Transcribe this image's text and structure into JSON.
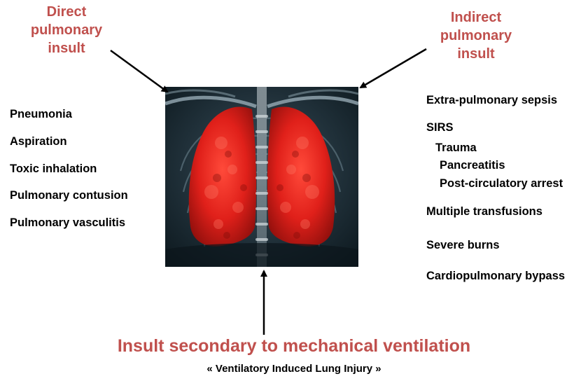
{
  "direct": {
    "title_lines": [
      "Direct",
      "pulmonary",
      "insult"
    ],
    "items": [
      "Pneumonia",
      "Aspiration",
      "Toxic inhalation",
      "Pulmonary contusion",
      "Pulmonary vasculitis"
    ]
  },
  "indirect": {
    "title_lines": [
      "Indirect",
      "pulmonary",
      "insult"
    ],
    "items": [
      "Extra-pulmonary sepsis",
      "SIRS",
      "Trauma",
      "Pancreatitis",
      "Post-circulatory arrest",
      "Multiple transfusions",
      "Severe burns",
      "Cardiopulmonary bypass"
    ]
  },
  "ventilation": {
    "title": "Insult secondary to mechanical ventilation",
    "subtitle": "« Ventilatory Induced Lung Injury »"
  },
  "colors": {
    "heading_red": "#c0504d",
    "lung_red": "#e0201a",
    "xray_background": "#1c2b33"
  },
  "image": {
    "subject": "lungs-xray-illustration"
  }
}
